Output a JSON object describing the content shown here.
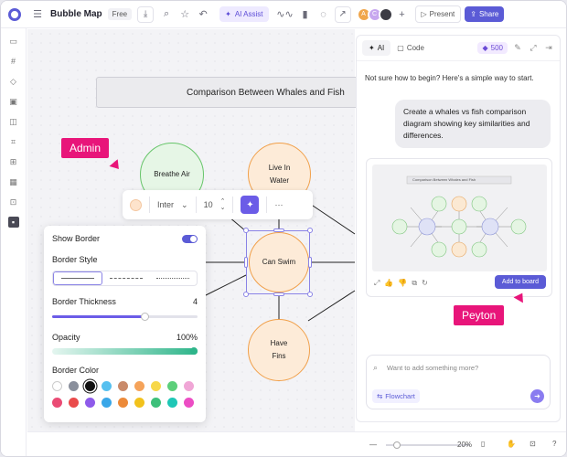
{
  "topbar": {
    "menu_icon": "hamburger-icon",
    "title": "Bubble Map",
    "badge": "Free",
    "ai_assist_label": "AI Assist",
    "avatars": [
      "A",
      "C"
    ],
    "present_label": "Present",
    "share_label": "Share"
  },
  "canvas": {
    "diagram_title": "Comparison Between Whales and Fish",
    "nodes": {
      "breathe_air": "Breathe Air",
      "live_in_water": "Live In Water",
      "can_swim": "Can Swim",
      "have_fins": "Have Fins"
    },
    "tag_admin": "Admin",
    "tag_peyton": "Peyton"
  },
  "float_toolbar": {
    "font": "Inter",
    "size": "10",
    "more": "···"
  },
  "border_panel": {
    "show_border_label": "Show Border",
    "show_border_on": true,
    "border_style_label": "Border Style",
    "thickness_label": "Border Thickness",
    "thickness_value": "4",
    "opacity_label": "Opacity",
    "opacity_value": "100%",
    "border_color_label": "Border Color",
    "colors": [
      "#ffffff",
      "#8a8f9c",
      "#111111",
      "#57c0ef",
      "#c98a6a",
      "#f5a35a",
      "#f7d84a",
      "#5ccf7a",
      "#f0a6d6",
      "#ea4b74",
      "#ea4b4b",
      "#8e5bea",
      "#3aa7e8",
      "#ec8a3a",
      "#f2c21c",
      "#3ec07a",
      "#1ec7b6",
      "#ec4dc4"
    ]
  },
  "ai_panel": {
    "tab_ai": "AI",
    "tab_code": "Code",
    "credits": "500",
    "intro": "Not sure how to begin? Here's a simple way to start.",
    "user_message": "Create a whales vs fish comparison diagram showing key similarities and differences.",
    "thumb_title": "Comparison Between Whales and Fish",
    "add_to_board": "Add to board",
    "input_placeholder": "Want to add something more?",
    "chip_label": "Flowchart"
  },
  "bottombar": {
    "zoom_value": "20%"
  }
}
